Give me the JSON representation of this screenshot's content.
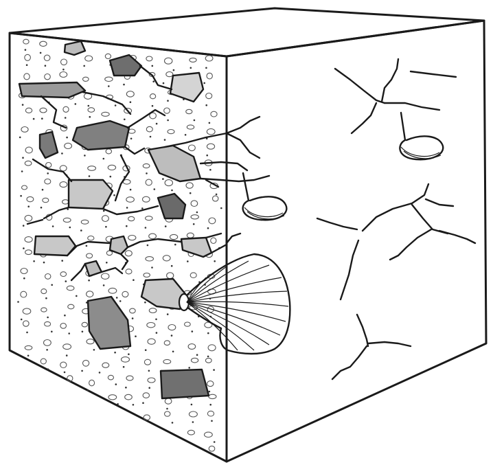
{
  "diagram": {
    "subject": "concrete-block-cross-section",
    "colors": {
      "outline": "#1a1a1a",
      "background": "#ffffff",
      "aggregate_light": "#c8c8c8",
      "aggregate_mid": "#9a9a9a",
      "aggregate_dark": "#6e6e6e"
    },
    "features": [
      "aggregates",
      "micro-cracks",
      "surface-cracks",
      "rust-stain-drips",
      "spalling-cone"
    ]
  }
}
